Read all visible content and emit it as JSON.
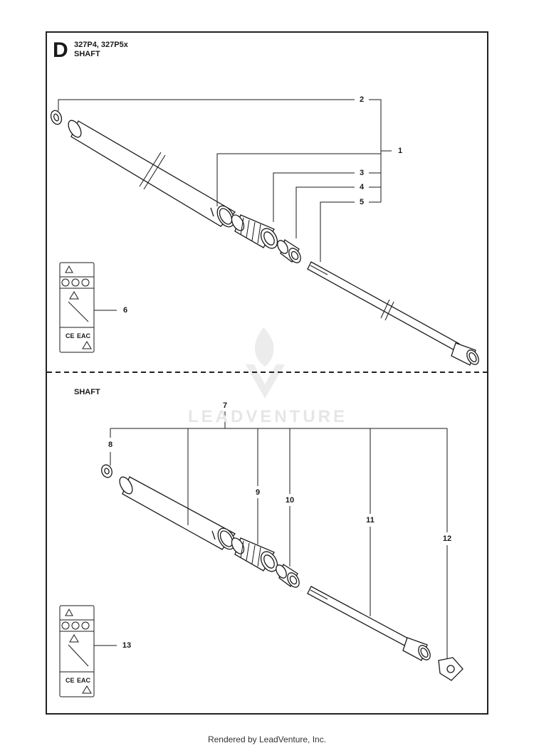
{
  "page": {
    "section_letter": "D",
    "models": "327P4, 327P5x",
    "section_top_title": "SHAFT",
    "section_bottom_title": "SHAFT",
    "footer": "Rendered by LeadVenture, Inc.",
    "watermark": "LEADVENTURE"
  },
  "callouts": {
    "c1": "1",
    "c2": "2",
    "c3": "3",
    "c4": "4",
    "c5": "5",
    "c6": "6",
    "c7": "7",
    "c8": "8",
    "c9": "9",
    "c10": "10",
    "c11": "11",
    "c12": "12",
    "c13": "13"
  },
  "colors": {
    "line": "#1a1a1a",
    "watermark": "#e6e6e6"
  }
}
